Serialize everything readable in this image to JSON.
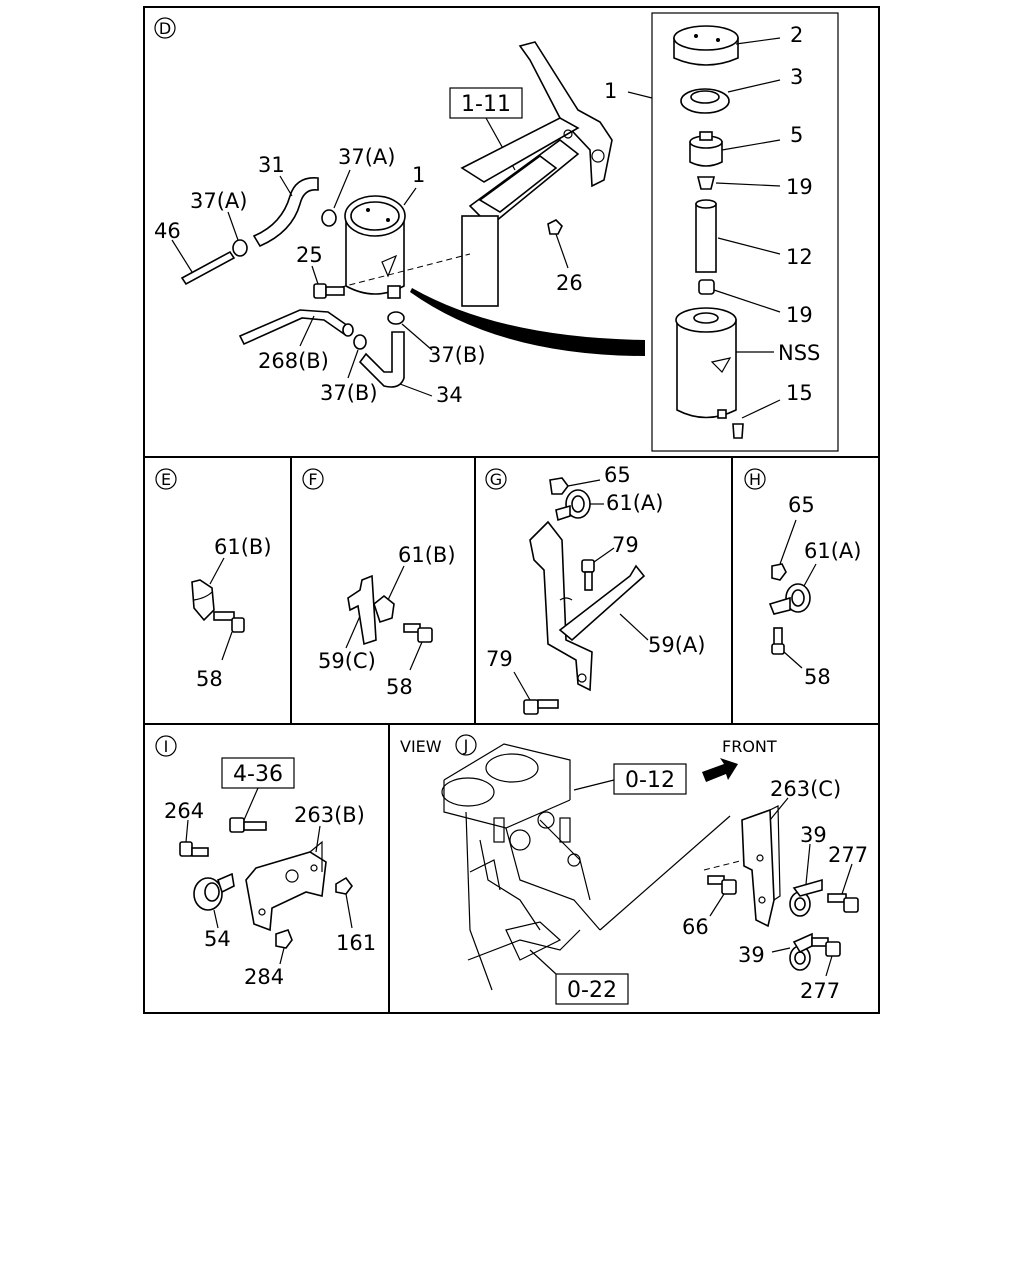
{
  "sections": {
    "D": {
      "letter": "D",
      "ref_box": "1-11",
      "labels": [
        "1",
        "2",
        "3",
        "5",
        "19",
        "12",
        "19",
        "NSS",
        "15",
        "1",
        "31",
        "37(A)",
        "37(A)",
        "46",
        "25",
        "26",
        "268(B)",
        "37(B)",
        "37(B)",
        "34"
      ]
    },
    "E": {
      "letter": "E",
      "labels": [
        "61(B)",
        "58"
      ]
    },
    "F": {
      "letter": "F",
      "labels": [
        "61(B)",
        "59(C)",
        "58"
      ]
    },
    "G": {
      "letter": "G",
      "labels": [
        "65",
        "61(A)",
        "79",
        "79",
        "59(A)"
      ]
    },
    "H": {
      "letter": "H",
      "labels": [
        "65",
        "61(A)",
        "58"
      ]
    },
    "I": {
      "letter": "I",
      "ref_box": "4-36",
      "labels": [
        "264",
        "263(B)",
        "54",
        "161",
        "284"
      ]
    },
    "J": {
      "letter": "J",
      "view_text": "VIEW",
      "front_text": "FRONT",
      "ref_boxes": [
        "0-12",
        "0-22"
      ],
      "labels": [
        "263(C)",
        "39",
        "277",
        "66",
        "39",
        "277"
      ]
    }
  }
}
